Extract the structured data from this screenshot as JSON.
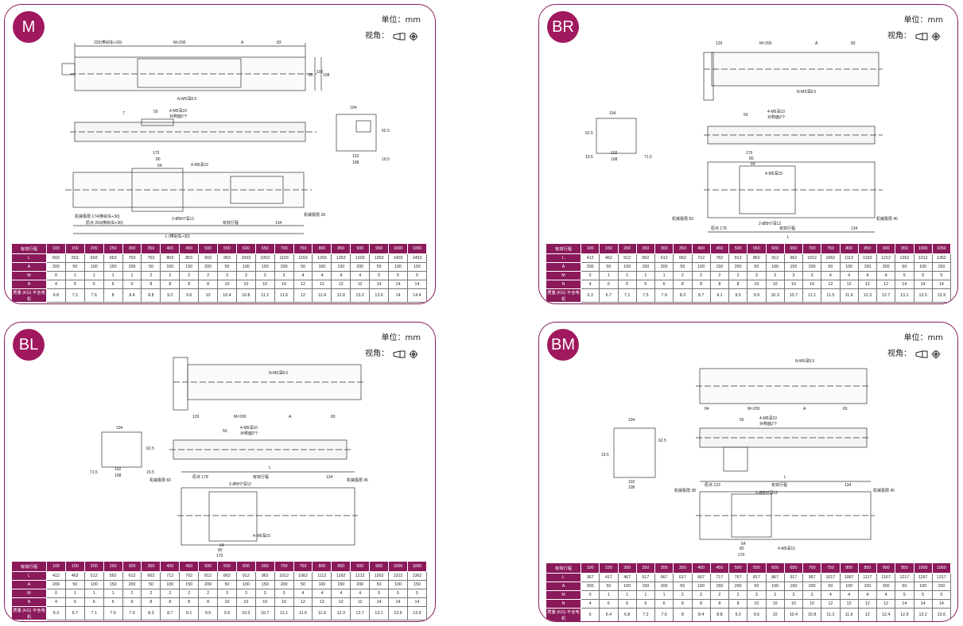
{
  "unit_label": "单位：mm",
  "view_label": "视角：",
  "panels": [
    {
      "code": "M",
      "dims": {
        "d220": "220(带刹车+30)",
        "dm": "M×200",
        "da": "A",
        "d83": "83",
        "d85": "85",
        "d100": "100",
        "d108": "108",
        "n": "N-M5深8.5",
        "m4a": "4-M5深10",
        "m4a2": "对称面2个",
        "d50": "50",
        "d7": "7",
        "d104": "104",
        "d625": "62.5",
        "d102": "102",
        "d108b": "108",
        "d195": "19.5",
        "d170": "170",
        "d80": "80",
        "d64": "64",
        "m4b": "4-M5深15",
        "pin": "2-Ø5H7深12",
        "lim1": "机械极限 174(带刹车+30)",
        "lim2": "机械极限 39",
        "origin": "原点 269(带刹车+30)",
        "eff": "有效行程",
        "d134": "134",
        "l": "L (带刹车+30)"
      },
      "table": {
        "header": [
          "有效行程",
          "100",
          "150",
          "200",
          "250",
          "300",
          "350",
          "400",
          "450",
          "500",
          "550",
          "600",
          "650",
          "700",
          "750",
          "800",
          "850",
          "900",
          "950",
          "1000",
          "1050"
        ],
        "rows": [
          [
            "L",
            "503",
            "553",
            "603",
            "653",
            "703",
            "753",
            "803",
            "853",
            "903",
            "953",
            "1003",
            "1053",
            "1103",
            "1153",
            "1203",
            "1253",
            "1303",
            "1353",
            "1403",
            "1453"
          ],
          [
            "A",
            "200",
            "50",
            "100",
            "150",
            "200",
            "50",
            "100",
            "150",
            "200",
            "50",
            "100",
            "150",
            "200",
            "50",
            "100",
            "150",
            "200",
            "50",
            "100",
            "150"
          ],
          [
            "M",
            "0",
            "1",
            "1",
            "1",
            "1",
            "2",
            "2",
            "2",
            "2",
            "3",
            "3",
            "3",
            "3",
            "4",
            "4",
            "4",
            "4",
            "5",
            "5",
            "5"
          ],
          [
            "N",
            "4",
            "6",
            "6",
            "6",
            "6",
            "8",
            "8",
            "8",
            "8",
            "10",
            "10",
            "10",
            "10",
            "12",
            "12",
            "12",
            "12",
            "14",
            "14",
            "14"
          ],
          [
            "质量 (KG) 不含电机",
            "6.8",
            "7.2",
            "7.6",
            "8",
            "8.4",
            "8.8",
            "9.2",
            "9.6",
            "10",
            "10.4",
            "10.8",
            "11.2",
            "11.6",
            "12",
            "12.4",
            "12.8",
            "13.2",
            "13.6",
            "14",
            "14.4"
          ]
        ]
      }
    },
    {
      "code": "BR",
      "dims": {
        "d129": "129",
        "dm": "M×200",
        "da": "A",
        "d83": "83",
        "n": "N-M5深8.5",
        "d104": "104",
        "m4a": "4-M5深10",
        "m4a2": "对称面2个",
        "d50": "50",
        "d102": "102",
        "d108": "108",
        "d715": "71.5",
        "d195": "19.5",
        "d625": "62.5",
        "d170": "170",
        "d80": "80",
        "d64": "64",
        "m4b": "4-M5深15",
        "pin": "2-Ø5H7深12",
        "lim1": "机械极限 83",
        "lim2": "机械极限 45",
        "origin": "原点 178",
        "eff": "有效行程",
        "d134": "134",
        "l": "L"
      },
      "table": {
        "header": [
          "有效行程",
          "100",
          "150",
          "200",
          "250",
          "300",
          "350",
          "400",
          "450",
          "500",
          "550",
          "600",
          "650",
          "700",
          "750",
          "800",
          "850",
          "900",
          "950",
          "1000",
          "1050"
        ],
        "rows": [
          [
            "L",
            "412",
            "462",
            "512",
            "562",
            "612",
            "662",
            "712",
            "762",
            "812",
            "862",
            "912",
            "962",
            "1012",
            "1062",
            "1112",
            "1162",
            "1212",
            "1262",
            "1312",
            "1362"
          ],
          [
            "A",
            "200",
            "50",
            "100",
            "150",
            "200",
            "50",
            "100",
            "150",
            "200",
            "50",
            "100",
            "150",
            "200",
            "50",
            "100",
            "150",
            "200",
            "50",
            "100",
            "150"
          ],
          [
            "M",
            "0",
            "1",
            "1",
            "1",
            "1",
            "2",
            "2",
            "2",
            "2",
            "3",
            "3",
            "3",
            "3",
            "4",
            "4",
            "4",
            "4",
            "5",
            "5",
            "5"
          ],
          [
            "N",
            "4",
            "6",
            "6",
            "6",
            "6",
            "8",
            "8",
            "8",
            "8",
            "10",
            "10",
            "10",
            "10",
            "12",
            "12",
            "12",
            "12",
            "14",
            "14",
            "14"
          ],
          [
            "质量 (KG) 不含电机",
            "6.3",
            "6.7",
            "7.1",
            "7.5",
            "7.9",
            "8.3",
            "8.7",
            "9.1",
            "9.5",
            "9.9",
            "10.3",
            "10.7",
            "11.1",
            "11.5",
            "11.9",
            "12.3",
            "12.7",
            "13.1",
            "13.5",
            "13.9"
          ]
        ]
      }
    },
    {
      "code": "BL",
      "dims": {
        "d129": "129",
        "dm": "M×200",
        "da": "A",
        "d83": "83",
        "n": "N-M5深8.5",
        "d104": "104",
        "m4a": "4-M5深10",
        "m4a2": "对称面2个",
        "d50": "50",
        "d102": "102",
        "d108": "108",
        "d715": "71.5",
        "d195": "19.5",
        "d625": "62.5",
        "d170": "170",
        "d80": "80",
        "d64": "64",
        "m4b": "4-M5深15",
        "pin": "2-Ø5H7深12",
        "lim1": "机械极限 83",
        "lim2": "机械极限 45",
        "origin": "原点 178",
        "eff": "有效行程",
        "d134": "134",
        "l": "L"
      },
      "table": {
        "header": [
          "有效行程",
          "100",
          "150",
          "200",
          "250",
          "300",
          "350",
          "400",
          "450",
          "500",
          "550",
          "600",
          "650",
          "700",
          "750",
          "800",
          "850",
          "900",
          "950",
          "1000",
          "1050"
        ],
        "rows": [
          [
            "L",
            "412",
            "462",
            "512",
            "562",
            "612",
            "662",
            "712",
            "762",
            "812",
            "862",
            "912",
            "962",
            "1012",
            "1062",
            "1112",
            "1162",
            "1212",
            "1262",
            "1312",
            "1362"
          ],
          [
            "A",
            "200",
            "50",
            "100",
            "150",
            "200",
            "50",
            "100",
            "150",
            "200",
            "50",
            "100",
            "150",
            "200",
            "50",
            "100",
            "150",
            "200",
            "50",
            "100",
            "150"
          ],
          [
            "M",
            "0",
            "1",
            "1",
            "1",
            "1",
            "2",
            "2",
            "2",
            "2",
            "3",
            "3",
            "3",
            "3",
            "4",
            "4",
            "4",
            "4",
            "5",
            "5",
            "5"
          ],
          [
            "N",
            "4",
            "6",
            "6",
            "6",
            "6",
            "8",
            "8",
            "8",
            "8",
            "10",
            "10",
            "10",
            "10",
            "12",
            "12",
            "12",
            "12",
            "14",
            "14",
            "14"
          ],
          [
            "质量 (KG) 不含电机",
            "6.3",
            "6.7",
            "7.1",
            "7.5",
            "7.9",
            "8.3",
            "8.7",
            "9.1",
            "9.5",
            "9.9",
            "10.3",
            "10.7",
            "11.1",
            "11.5",
            "11.9",
            "12.3",
            "12.7",
            "13.1",
            "13.5",
            "13.9"
          ]
        ]
      }
    },
    {
      "code": "BM",
      "dims": {
        "d84": "84",
        "dm": "M×200",
        "da": "A",
        "d83": "83",
        "n": "N-M5深8.5",
        "d104": "104",
        "m4a": "4-M5深10",
        "m4a2": "对称面2个",
        "d50": "50",
        "d102": "102",
        "d108": "108",
        "d195": "19.5",
        "d625": "62.5",
        "d170": "170",
        "d80": "80",
        "d64": "64",
        "m4b": "4-M5深15",
        "pin": "2-Ø5H7深12",
        "lim1": "机械极限 38",
        "lim2": "机械极限 45",
        "origin": "原点 133",
        "eff": "有效行程",
        "d134": "134",
        "l": "L"
      },
      "table": {
        "header": [
          "有效行程",
          "100",
          "150",
          "200",
          "250",
          "300",
          "350",
          "400",
          "450",
          "500",
          "550",
          "600",
          "650",
          "700",
          "750",
          "800",
          "850",
          "900",
          "950",
          "1000",
          "1050"
        ],
        "rows": [
          [
            "L",
            "367",
            "417",
            "467",
            "517",
            "567",
            "617",
            "667",
            "717",
            "767",
            "817",
            "867",
            "917",
            "967",
            "1017",
            "1067",
            "1117",
            "1167",
            "1217",
            "1267",
            "1317"
          ],
          [
            "A",
            "200",
            "50",
            "100",
            "150",
            "200",
            "50",
            "100",
            "150",
            "200",
            "50",
            "100",
            "150",
            "200",
            "50",
            "100",
            "150",
            "200",
            "50",
            "100",
            "150"
          ],
          [
            "M",
            "0",
            "1",
            "1",
            "1",
            "1",
            "2",
            "2",
            "2",
            "2",
            "3",
            "3",
            "3",
            "3",
            "4",
            "4",
            "4",
            "4",
            "5",
            "5",
            "5"
          ],
          [
            "N",
            "4",
            "6",
            "6",
            "6",
            "6",
            "8",
            "8",
            "8",
            "8",
            "10",
            "10",
            "10",
            "10",
            "12",
            "12",
            "12",
            "12",
            "14",
            "14",
            "14"
          ],
          [
            "质量 (KG) 不含电机",
            "6",
            "6.4",
            "6.8",
            "7.2",
            "7.6",
            "8",
            "8.4",
            "8.8",
            "9.2",
            "9.6",
            "10",
            "10.4",
            "10.8",
            "11.2",
            "11.6",
            "12",
            "12.4",
            "12.8",
            "13.2",
            "13.6"
          ]
        ]
      }
    }
  ]
}
